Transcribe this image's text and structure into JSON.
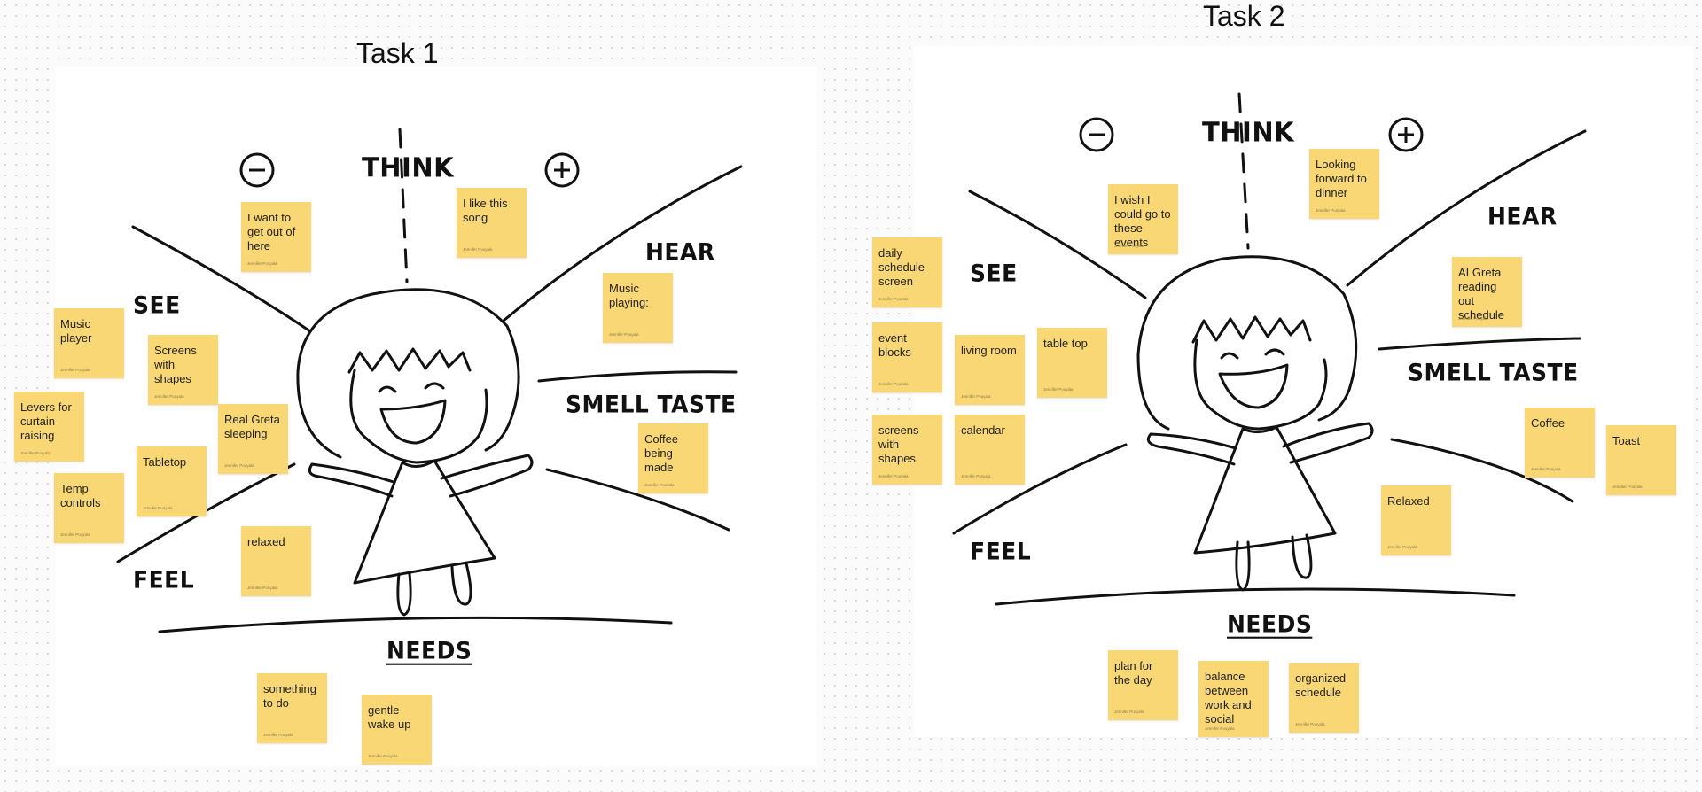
{
  "task1": {
    "title": "Task 1",
    "labels": {
      "think": "THINK",
      "see": "SEE",
      "hear": "HEAR",
      "smell_taste": "SMELL TASTE",
      "feel": "FEEL",
      "needs": "NEEDS"
    },
    "stickies": [
      {
        "text": "I want to get out of here",
        "author": "Jennifer Pouyala"
      },
      {
        "text": "I like this song",
        "author": "Jennifer Pouyala"
      },
      {
        "text": "Music playing:",
        "author": "Jennifer Pouyala"
      },
      {
        "text": "Music player",
        "author": "Jennifer Pouyala"
      },
      {
        "text": "Screens with shapes",
        "author": "Jennifer Pouyala"
      },
      {
        "text": "Levers for curtain raising",
        "author": "Jennifer Pouyala"
      },
      {
        "text": "Real Greta sleeping",
        "author": "Jennifer Pouyala"
      },
      {
        "text": "Tabletop",
        "author": "Jennifer Pouyala"
      },
      {
        "text": "Temp controls",
        "author": "Jennifer Pouyala"
      },
      {
        "text": "relaxed",
        "author": "Jennifer Pouyala"
      },
      {
        "text": "Coffee being made",
        "author": "Jennifer Pouyala"
      },
      {
        "text": "something to do",
        "author": "Jennifer Pouyala"
      },
      {
        "text": "gentle wake up",
        "author": "Jennifer Pouyala"
      }
    ]
  },
  "task2": {
    "title": "Task 2",
    "labels": {
      "think": "THINK",
      "see": "SEE",
      "hear": "HEAR",
      "smell_taste": "SMELL TASTE",
      "feel": "FEEL",
      "needs": "NEEDS"
    },
    "stickies": [
      {
        "text": "I wish I could go to these events",
        "author": "Jennifer Pouyala"
      },
      {
        "text": "Looking forward to dinner",
        "author": "Jennifer Pouyala"
      },
      {
        "text": "daily schedule screen",
        "author": "Jennifer Pouyala"
      },
      {
        "text": "AI Greta reading out schedule",
        "author": "Jennifer Pouyala"
      },
      {
        "text": "event blocks",
        "author": "Jennifer Pouyala"
      },
      {
        "text": "living room",
        "author": "Jennifer Pouyala"
      },
      {
        "text": "table top",
        "author": "Jennifer Pouyala"
      },
      {
        "text": "screens with shapes",
        "author": "Jennifer Pouyala"
      },
      {
        "text": "calendar",
        "author": "Jennifer Pouyala"
      },
      {
        "text": "Coffee",
        "author": "Jennifer Pouyala"
      },
      {
        "text": "Toast",
        "author": "Jennifer Pouyala"
      },
      {
        "text": "Relaxed",
        "author": "Jennifer Pouyala"
      },
      {
        "text": "plan for the day",
        "author": "Jennifer Pouyala"
      },
      {
        "text": "balance between work and social",
        "author": "Jennifer Pouyala"
      },
      {
        "text": "organized schedule",
        "author": "Jennifer Pouyala"
      }
    ]
  },
  "colors": {
    "sticky": "#f8d774",
    "ink": "#111111",
    "canvas": "#fbfbfb"
  },
  "icons": {
    "minus": "minus-circle-icon",
    "plus": "plus-circle-icon"
  }
}
